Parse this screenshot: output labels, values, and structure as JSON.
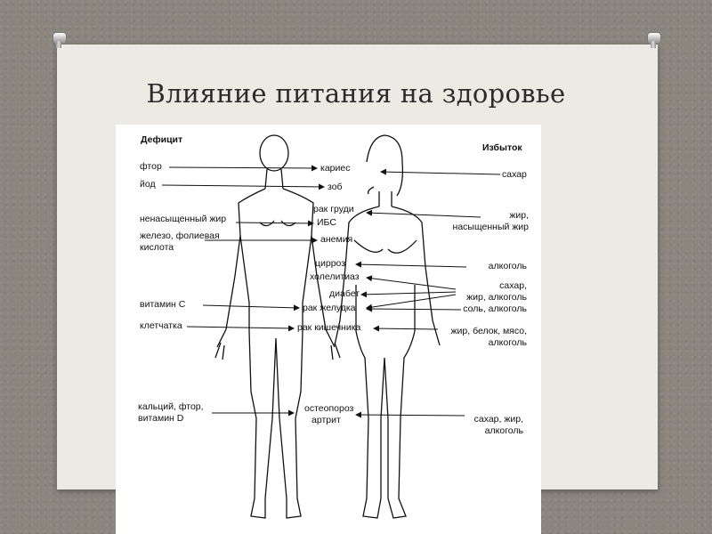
{
  "slide": {
    "title": "Влияние питания на здоровье"
  },
  "diagram": {
    "deficit_header": "Дефицит",
    "excess_header": "Избыток",
    "deficit": {
      "ftor": "фтор",
      "iod": "йод",
      "unsat_fat": "ненасыщенный жир",
      "iron_1": "железо, фолиевая",
      "iron_2": "кислота",
      "vitc": "витамин С",
      "fiber": "клетчатка",
      "calcium_1": "кальций, фтор,",
      "calcium_2": "витамин D"
    },
    "diseases": {
      "caries": "кариес",
      "goiter": "зоб",
      "breast_cancer": "рак груди",
      "ihd": "ИБС",
      "anemia": "анемия",
      "cirrhosis": "цирроз",
      "cholelithiasis": "холелитиаз",
      "diabetes": "диабет",
      "stomach_cancer": "рак желудка",
      "bowel_cancer": "рак кишечника",
      "osteoporosis": "остеопороз",
      "arthritis": "артрит"
    },
    "excess": {
      "sugar": "сахар",
      "fat_1": "жир,",
      "fat_2": "насыщенный жир",
      "alcohol": "алкоголь",
      "mix_1": "сахар,",
      "mix_2": "жир, алкоголь",
      "mix_3": "соль, алкоголь",
      "meat_1": "жир, белок, мясо,",
      "meat_2": "алкоголь",
      "bottom_1": "сахар, жир,",
      "bottom_2": "алкоголь"
    }
  }
}
